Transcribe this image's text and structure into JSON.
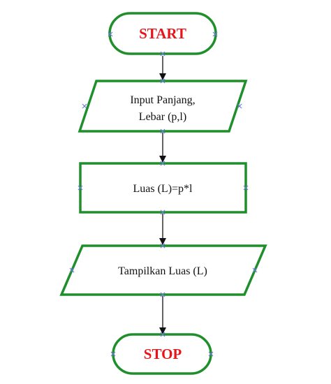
{
  "flowchart": {
    "start": {
      "label": "START"
    },
    "input": {
      "line1": "Input Panjang,",
      "line2": "Lebar (p,l)"
    },
    "process": {
      "label": "Luas (L)=p*l"
    },
    "output": {
      "label": "Tampilkan Luas (L)"
    },
    "stop": {
      "label": "STOP"
    }
  },
  "colors": {
    "shape_stroke": "#1f8f2c",
    "terminal_text": "#e8141a",
    "body_text": "#111111",
    "connector": "#111111",
    "handle": "#6b7bd6"
  }
}
